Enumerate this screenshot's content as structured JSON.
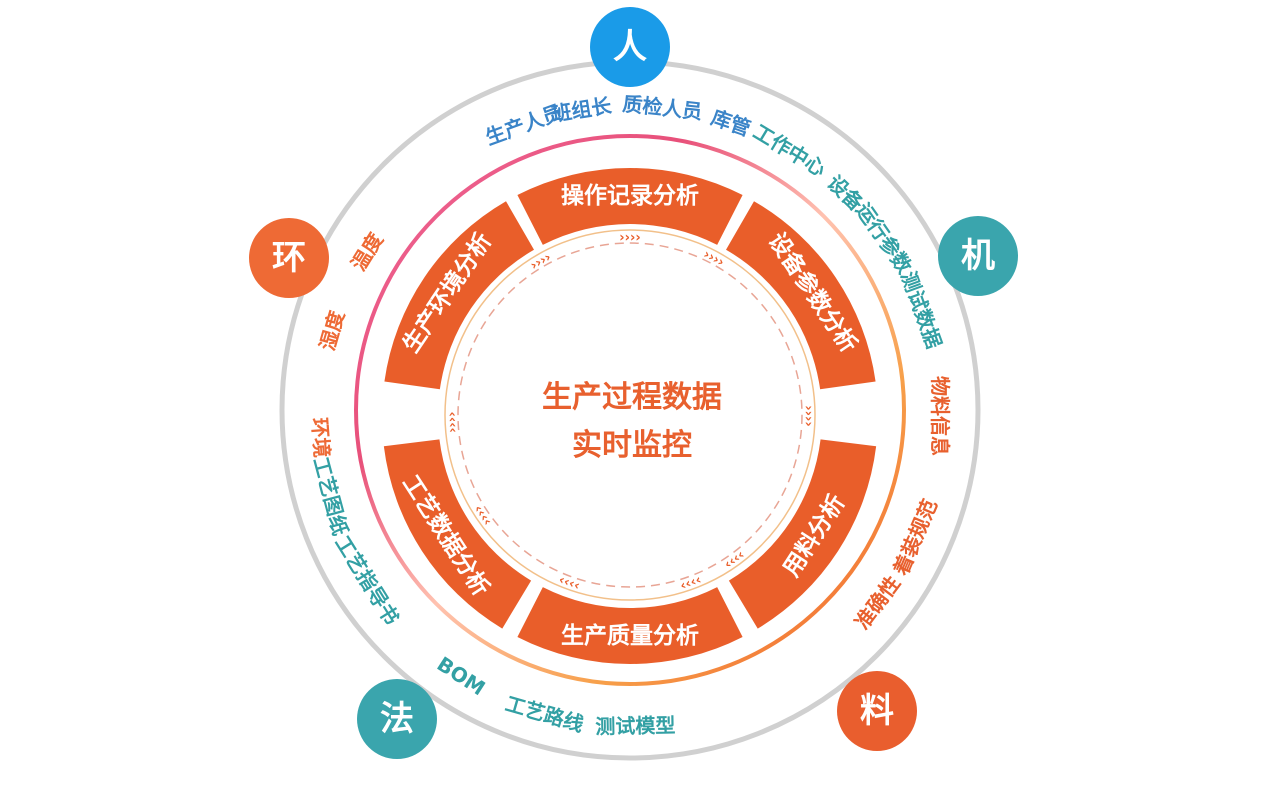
{
  "center": {
    "line1": "生产过程数据",
    "line2": "实时监控"
  },
  "segments": [
    {
      "label": "操作记录分析"
    },
    {
      "label": "设备参数分析"
    },
    {
      "label": "用料分析"
    },
    {
      "label": "生产质量分析"
    },
    {
      "label": "工艺数据分析"
    },
    {
      "label": "生产环境分析"
    }
  ],
  "nodes": [
    {
      "label": "人",
      "color": "#1a9be8"
    },
    {
      "label": "机",
      "color": "#3aa5ad"
    },
    {
      "label": "料",
      "color": "#e95e2e"
    },
    {
      "label": "法",
      "color": "#3aa5ad"
    },
    {
      "label": "环",
      "color": "#ee6a35"
    }
  ],
  "items": [
    {
      "label": "生产人员",
      "color": "#3a84c8"
    },
    {
      "label": "班组长",
      "color": "#3a84c8"
    },
    {
      "label": "质检人员",
      "color": "#3a84c8"
    },
    {
      "label": "库管",
      "color": "#3a84c8"
    },
    {
      "label": "工作中心",
      "color": "#33a0a4"
    },
    {
      "label": "设备",
      "color": "#33a0a4"
    },
    {
      "label": "运行参数",
      "color": "#33a0a4"
    },
    {
      "label": "测试数据",
      "color": "#33a0a4"
    },
    {
      "label": "物料信息",
      "color": "#e8602e"
    },
    {
      "label": "着装规范",
      "color": "#e8602e"
    },
    {
      "label": "准确性",
      "color": "#e8602e"
    },
    {
      "label": "测试模型",
      "color": "#33a0a4"
    },
    {
      "label": "工艺路线",
      "color": "#33a0a4"
    },
    {
      "label": "BOM",
      "color": "#33a0a4"
    },
    {
      "label": "工艺指导书",
      "color": "#33a0a4"
    },
    {
      "label": "工艺图纸",
      "color": "#33a0a4"
    },
    {
      "label": "环境",
      "color": "#ee6a35"
    },
    {
      "label": "湿度",
      "color": "#ee6a35"
    },
    {
      "label": "温度",
      "color": "#ee6a35"
    }
  ],
  "chevrons": {
    "forward": "››››",
    "backward": "‹‹‹‹"
  },
  "colors": {
    "segment": "#e95e2a",
    "outer_ring": "#d0d0d0",
    "center_text": "#e8602e",
    "ring_gradient": [
      "#f06a9a",
      "#e8507a",
      "#ffc2b0",
      "#f7a04a",
      "#f05a28"
    ]
  }
}
